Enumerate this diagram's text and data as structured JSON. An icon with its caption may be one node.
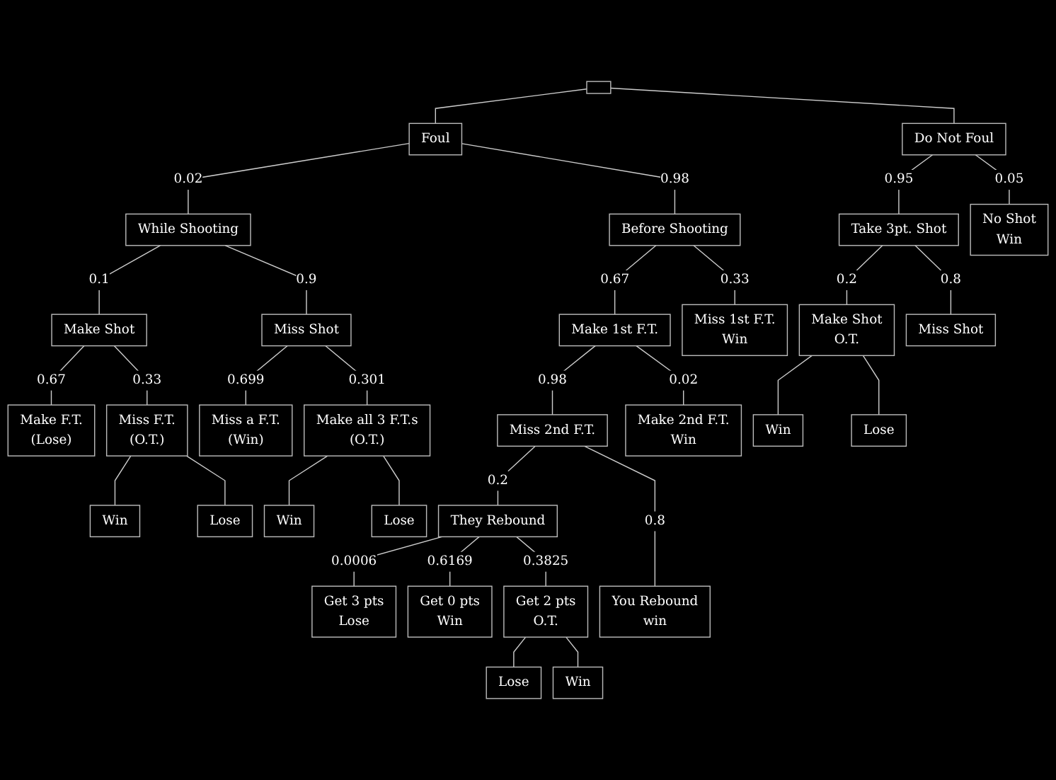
{
  "diagram": {
    "nodes": [
      {
        "text": [],
        "shape": "box"
      },
      {
        "text": [
          "Foul"
        ]
      },
      {
        "text": [
          "Do Not Foul"
        ]
      },
      {
        "text": [
          "While Shooting"
        ]
      },
      {
        "text": [
          "Before Shooting"
        ]
      },
      {
        "text": [
          "Take 3pt. Shot"
        ]
      },
      {
        "text": [
          "No Shot",
          "Win"
        ]
      },
      {
        "text": [
          "Make Shot"
        ]
      },
      {
        "text": [
          "Miss Shot"
        ]
      },
      {
        "text": [
          "Make F.T.",
          "(Lose)"
        ]
      },
      {
        "text": [
          "Miss F.T.",
          "(O.T.)"
        ]
      },
      {
        "text": [
          "Win"
        ]
      },
      {
        "text": [
          "Lose"
        ]
      },
      {
        "text": [
          "Miss a F.T.",
          "(Win)"
        ]
      },
      {
        "text": [
          "Make all 3 F.T.s",
          "(O.T.)"
        ]
      },
      {
        "text": [
          "Win"
        ]
      },
      {
        "text": [
          "Lose"
        ]
      },
      {
        "text": [
          "Miss Shot"
        ]
      },
      {
        "text": [
          "Make Shot",
          "O.T."
        ]
      },
      {
        "text": [
          "Win"
        ]
      },
      {
        "text": [
          "Lose"
        ]
      },
      {
        "text": [
          "Make 1st F.T."
        ]
      },
      {
        "text": [
          "Miss 1st F.T.",
          "Win"
        ]
      },
      {
        "text": [
          "Miss 2nd F.T."
        ]
      },
      {
        "text": [
          "Make 2nd F.T.",
          "Win"
        ]
      },
      {
        "text": [
          "They Rebound"
        ]
      },
      {
        "text": [
          "You Rebound",
          "win"
        ]
      },
      {
        "text": [
          "Get 3 pts",
          "Lose"
        ]
      },
      {
        "text": [
          "Get 0 pts",
          "Win"
        ]
      },
      {
        "text": [
          "Get 2 pts",
          "O.T."
        ]
      },
      {
        "text": [
          "Lose"
        ]
      },
      {
        "text": [
          "Win"
        ]
      }
    ],
    "edges": [
      {
        "from": 0,
        "to": 1,
        "arrow": "none"
      },
      {
        "from": 0,
        "to": 2,
        "arrow": "none"
      },
      {
        "from": 1,
        "to": 3,
        "label": "0.02",
        "arrow": "none"
      },
      {
        "from": 1,
        "to": 4,
        "label": "0.98",
        "arrow": "none"
      },
      {
        "from": 2,
        "to": 5,
        "label": "0.95",
        "arrow": "none"
      },
      {
        "from": 2,
        "to": 6,
        "label": "0.05",
        "arrow": "none"
      },
      {
        "from": 3,
        "to": 7,
        "label": "0.1",
        "arrow": "none"
      },
      {
        "from": 3,
        "to": 8,
        "label": "0.9",
        "arrow": "none"
      },
      {
        "from": 7,
        "to": 9,
        "label": "0.67",
        "arrow": "none"
      },
      {
        "from": 7,
        "to": 10,
        "label": "0.33",
        "arrow": "none"
      },
      {
        "from": 10,
        "to": 11,
        "arrow": "none"
      },
      {
        "from": 10,
        "to": 12,
        "arrow": "none"
      },
      {
        "from": 8,
        "to": 13,
        "label": "0.699",
        "arrow": "none"
      },
      {
        "from": 8,
        "to": 14,
        "label": "0.301",
        "arrow": "none"
      },
      {
        "from": 14,
        "to": 15,
        "arrow": "none"
      },
      {
        "from": 14,
        "to": 16,
        "arrow": "none"
      },
      {
        "from": 5,
        "to": 18,
        "label": "0.2",
        "arrow": "none"
      },
      {
        "from": 5,
        "to": 17,
        "label": "0.8",
        "arrow": "none"
      },
      {
        "from": 18,
        "to": 19,
        "arrow": "none"
      },
      {
        "from": 18,
        "to": 20,
        "arrow": "none"
      },
      {
        "from": 4,
        "to": 21,
        "label": "0.67",
        "arrow": "none"
      },
      {
        "from": 4,
        "to": 22,
        "label": "0.33",
        "arrow": "none"
      },
      {
        "from": 21,
        "to": 23,
        "label": "0.98",
        "arrow": "none"
      },
      {
        "from": 21,
        "to": 24,
        "label": "0.02",
        "arrow": "none"
      },
      {
        "from": 23,
        "to": 25,
        "label": "0.2",
        "arrow": "none"
      },
      {
        "from": 23,
        "to": 26,
        "label": "0.8",
        "arrow": "none"
      },
      {
        "from": 25,
        "to": 27,
        "label": "0.0006",
        "arrow": "none"
      },
      {
        "from": 25,
        "to": 28,
        "label": "0.6169",
        "arrow": "none"
      },
      {
        "from": 25,
        "to": 29,
        "label": "0.3825",
        "arrow": "none"
      },
      {
        "from": 29,
        "to": 30,
        "arrow": "none"
      },
      {
        "from": 29,
        "to": 31,
        "arrow": "none"
      }
    ]
  }
}
